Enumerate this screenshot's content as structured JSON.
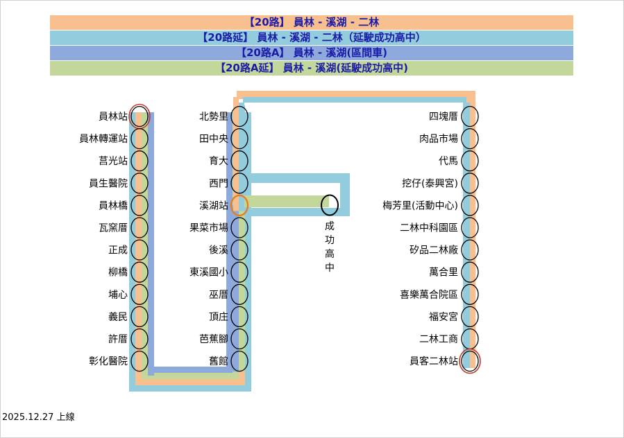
{
  "colors": {
    "route_20": "#F8C08F",
    "route_20_ext": "#93CCDC",
    "route_20A": "#8EA9DB",
    "route_20A_ext": "#C4D79B",
    "title_text": "#1A1AA8",
    "terminal_ring": "#C0392B",
    "transfer_ring": "#E67E22"
  },
  "routes": [
    {
      "label": "【20路】 員林 - 溪湖 - 二林"
    },
    {
      "label": "【20路延】 員林 - 溪湖 - 二林（延駛成功高中）"
    },
    {
      "label": "【20路A】 員林 - 溪湖(區間車)"
    },
    {
      "label": "【20路A延】 員林 - 溪湖(延駛成功高中)"
    }
  ],
  "stops_col1": [
    "員林站",
    "員林轉運站",
    "莒光站",
    "員生醫院",
    "員林橋",
    "瓦窯厝",
    "正成",
    "柳橋",
    "埔心",
    "義民",
    "許厝",
    "彰化醫院"
  ],
  "stops_col2": [
    "北勢里",
    "田中央",
    "育大",
    "西門",
    "溪湖站",
    "果菜市場",
    "後溪",
    "東溪國小",
    "巫厝",
    "頂庄",
    "芭蕉腳",
    "舊館"
  ],
  "stops_col3": [
    "四塊厝",
    "肉品市場",
    "代馬",
    "挖仔(泰興宮)",
    "梅芳里(活動中心)",
    "二林中科園區",
    "矽品二林廠",
    "萬合里",
    "喜樂萬合院區",
    "福安宮",
    "二林工商",
    "員客二林站"
  ],
  "branch_stop": "成功高中",
  "footer": "2025.12.27 上線"
}
